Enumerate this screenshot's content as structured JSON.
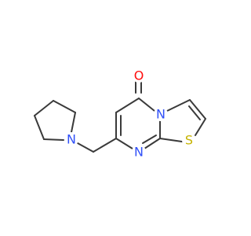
{
  "molecule": {
    "atoms": [
      {
        "id": "O",
        "label": "O",
        "color": "#ff0d0d"
      },
      {
        "id": "N_ring",
        "label": "N",
        "color": "#3050f8"
      },
      {
        "id": "N_imine",
        "label": "N",
        "color": "#3050f8"
      },
      {
        "id": "S",
        "label": "S",
        "color": "#c6b300"
      },
      {
        "id": "N_pyrrolidine",
        "label": "N",
        "color": "#3050f8"
      }
    ],
    "bond_color": "#3a3a3a"
  }
}
